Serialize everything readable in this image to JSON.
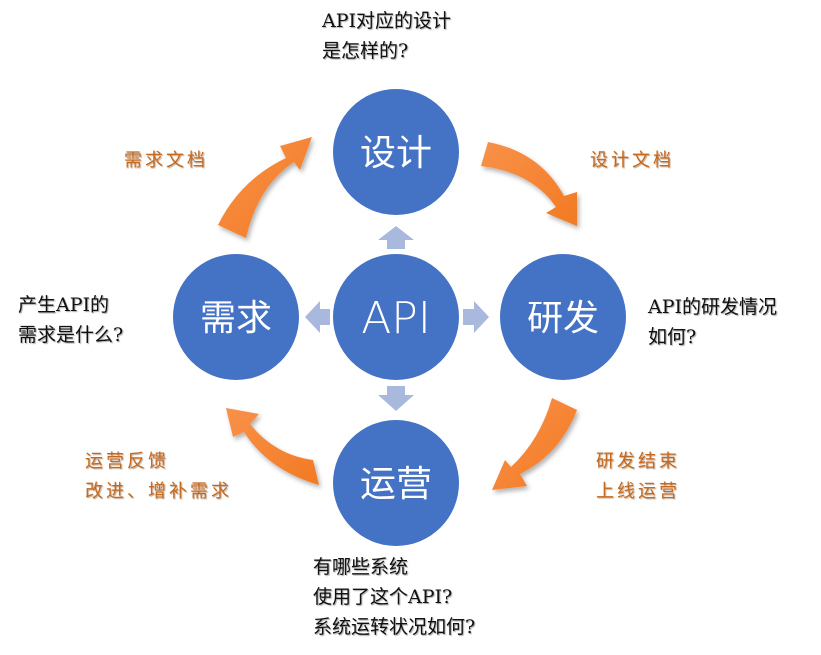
{
  "colors": {
    "node_fill": "#4472C4",
    "small_arrow": "#A9B9DD",
    "cycle_arrow": "#F58232",
    "annotation_text": "#C5691F",
    "question_text": "#111111"
  },
  "nodes": {
    "center": "API",
    "top": "设计",
    "left": "需求",
    "right": "研发",
    "bottom": "运营"
  },
  "questions": {
    "top": [
      "API对应的设计",
      "是怎样的?"
    ],
    "left": [
      "产生API的",
      "需求是什么?"
    ],
    "right": [
      "API的研发情况",
      "如何?"
    ],
    "bottom": [
      "有哪些系统",
      "使用了这个API?",
      "系统运转状况如何?"
    ]
  },
  "transitions": {
    "requirement_to_design": [
      "需求文档"
    ],
    "design_to_dev": [
      "设计文档"
    ],
    "dev_to_ops": [
      "研发结束",
      "上线运营"
    ],
    "ops_to_requirement": [
      "运营反馈",
      "改进、增补需求"
    ]
  }
}
